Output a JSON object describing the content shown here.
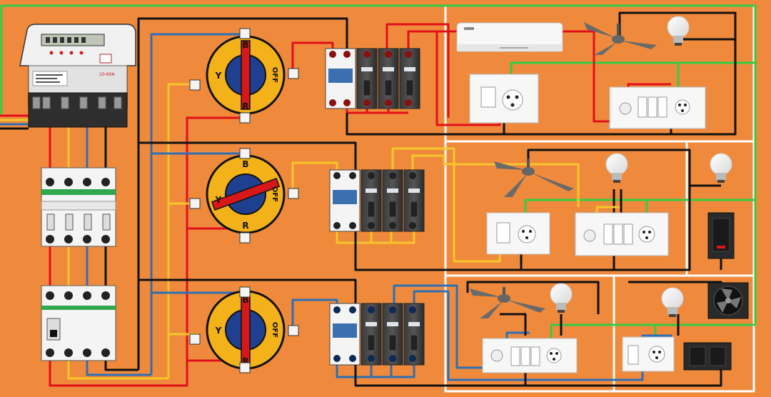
{
  "colors": {
    "background": "#ef8a3c",
    "wire_red": "#e0101a",
    "wire_yellow": "#f6c62a",
    "wire_blue": "#2e6fb5",
    "wire_black": "#111111",
    "wire_green": "#33cc44",
    "room_border": "#ffffff",
    "switch_body": "#f3b21a",
    "switch_knob": "#1f3f8f",
    "switch_handle": "#d81818"
  },
  "meter": {
    "rating": "10-60A"
  },
  "selector_switches": [
    {
      "top": "B",
      "left": "Y",
      "bottom": "R",
      "right": "OFF",
      "position": "R"
    },
    {
      "top": "B",
      "left": "Y",
      "bottom": "R",
      "right": "OFF",
      "position": "Y"
    },
    {
      "top": "B",
      "left": "Y",
      "bottom": "R",
      "right": "OFF",
      "position": "R"
    }
  ],
  "rooms": [
    {
      "appliances": [
        "air-conditioner",
        "ceiling-fan",
        "bulb"
      ]
    },
    {
      "appliances": [
        "ceiling-fan",
        "bulb"
      ]
    },
    {
      "appliances": [
        "bulb"
      ]
    },
    {
      "appliances": [
        "ceiling-fan",
        "bulb"
      ]
    },
    {
      "appliances": [
        "bulb",
        "exhaust-fan"
      ]
    }
  ]
}
